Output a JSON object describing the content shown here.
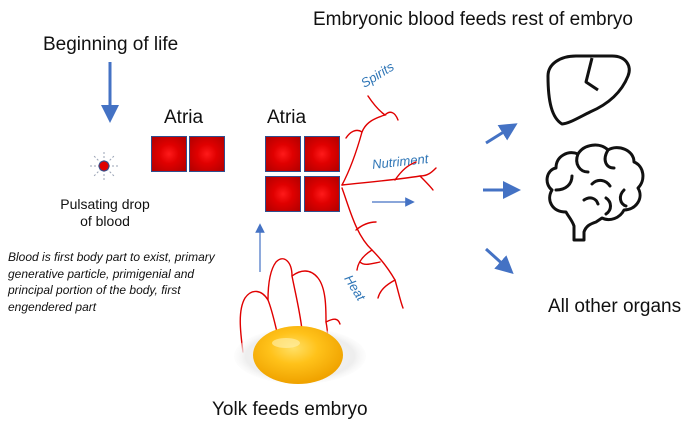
{
  "labels": {
    "top_title": "Embryonic blood feeds rest of embryo",
    "beginning": "Beginning of life",
    "pulsating": "Pulsating drop of blood",
    "atria_left": "Atria",
    "atria_right": "Atria",
    "spirits": "Spirits",
    "nutriment": "Nutriment",
    "heat": "Heat",
    "all_other_organs": "All other organs",
    "yolk": "Yolk feeds embryo",
    "note": "Blood is first body part to exist, primary generative particle, primigenial and principal portion of the body, first engendered part"
  },
  "colors": {
    "arrow_blue": "#4472c4",
    "vessel_red": "#e00000",
    "atrium_red": "#e00000",
    "label_blue": "#2e75b6"
  },
  "icons": {
    "liver": "liver-icon",
    "brain": "brain-icon",
    "yolk": "egg-yolk-icon",
    "drop": "blood-drop-icon"
  }
}
